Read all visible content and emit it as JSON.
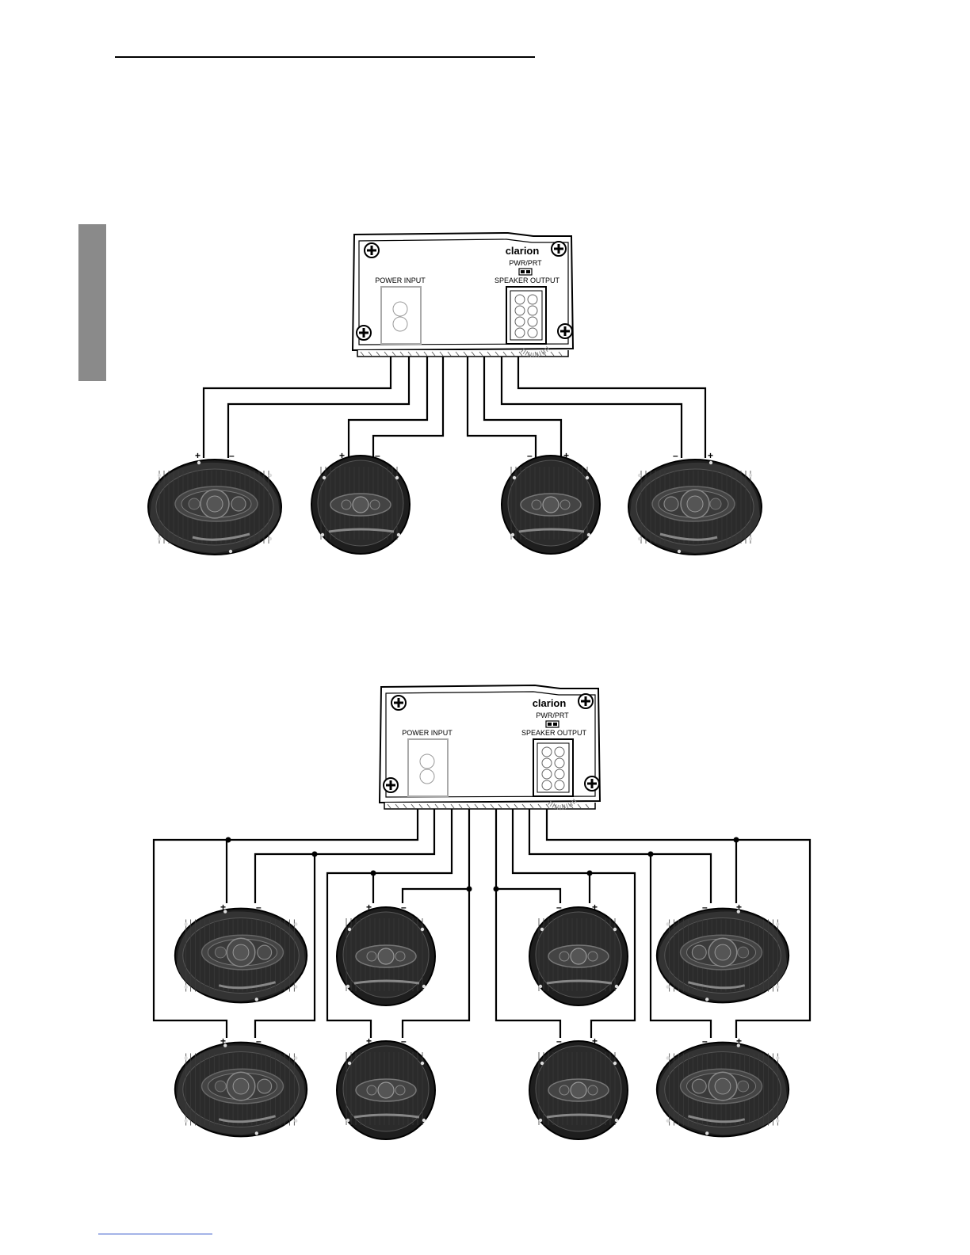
{
  "amplifier": {
    "brand": "clarion",
    "indicator_label": "PWR/PRT",
    "power_input_label": "POWER INPUT",
    "speaker_output_label": "SPEAKER OUTPUT"
  },
  "polarity": {
    "plus": "+",
    "minus": "–"
  },
  "diagrams": [
    {
      "name": "four-speaker-connection",
      "speakers": 4
    },
    {
      "name": "eight-speaker-connection",
      "speakers": 8
    }
  ],
  "colors": {
    "side_tab": "#8a8a8a",
    "footer_rule": "#2a4fc7",
    "speaker_body": "#2b2b2b"
  }
}
